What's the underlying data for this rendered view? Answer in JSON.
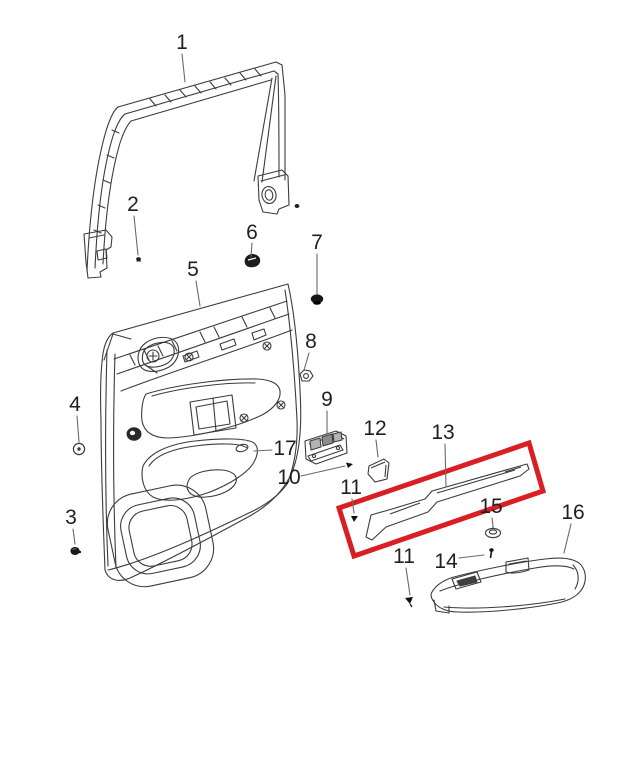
{
  "diagram": {
    "kind": "exploded-parts-diagram",
    "background_color": "#ffffff",
    "line_color": "#3c3c3c",
    "label_color": "#1f1f1f",
    "highlight": {
      "color": "#da1f24",
      "shape": "rotated-rectangle",
      "highlighted_callout": "13"
    },
    "callouts": [
      {
        "id": "callout-1",
        "label": "1"
      },
      {
        "id": "callout-2",
        "label": "2"
      },
      {
        "id": "callout-6",
        "label": "6"
      },
      {
        "id": "callout-7",
        "label": "7"
      },
      {
        "id": "callout-5",
        "label": "5"
      },
      {
        "id": "callout-8",
        "label": "8"
      },
      {
        "id": "callout-4",
        "label": "4"
      },
      {
        "id": "callout-9",
        "label": "9"
      },
      {
        "id": "callout-12",
        "label": "12"
      },
      {
        "id": "callout-13",
        "label": "13"
      },
      {
        "id": "callout-17",
        "label": "17"
      },
      {
        "id": "callout-10",
        "label": "10"
      },
      {
        "id": "callout-11-upper",
        "label": "11"
      },
      {
        "id": "callout-15",
        "label": "15"
      },
      {
        "id": "callout-16",
        "label": "16"
      },
      {
        "id": "callout-11-lower",
        "label": "11"
      },
      {
        "id": "callout-14",
        "label": "14"
      },
      {
        "id": "callout-3",
        "label": "3"
      }
    ]
  }
}
